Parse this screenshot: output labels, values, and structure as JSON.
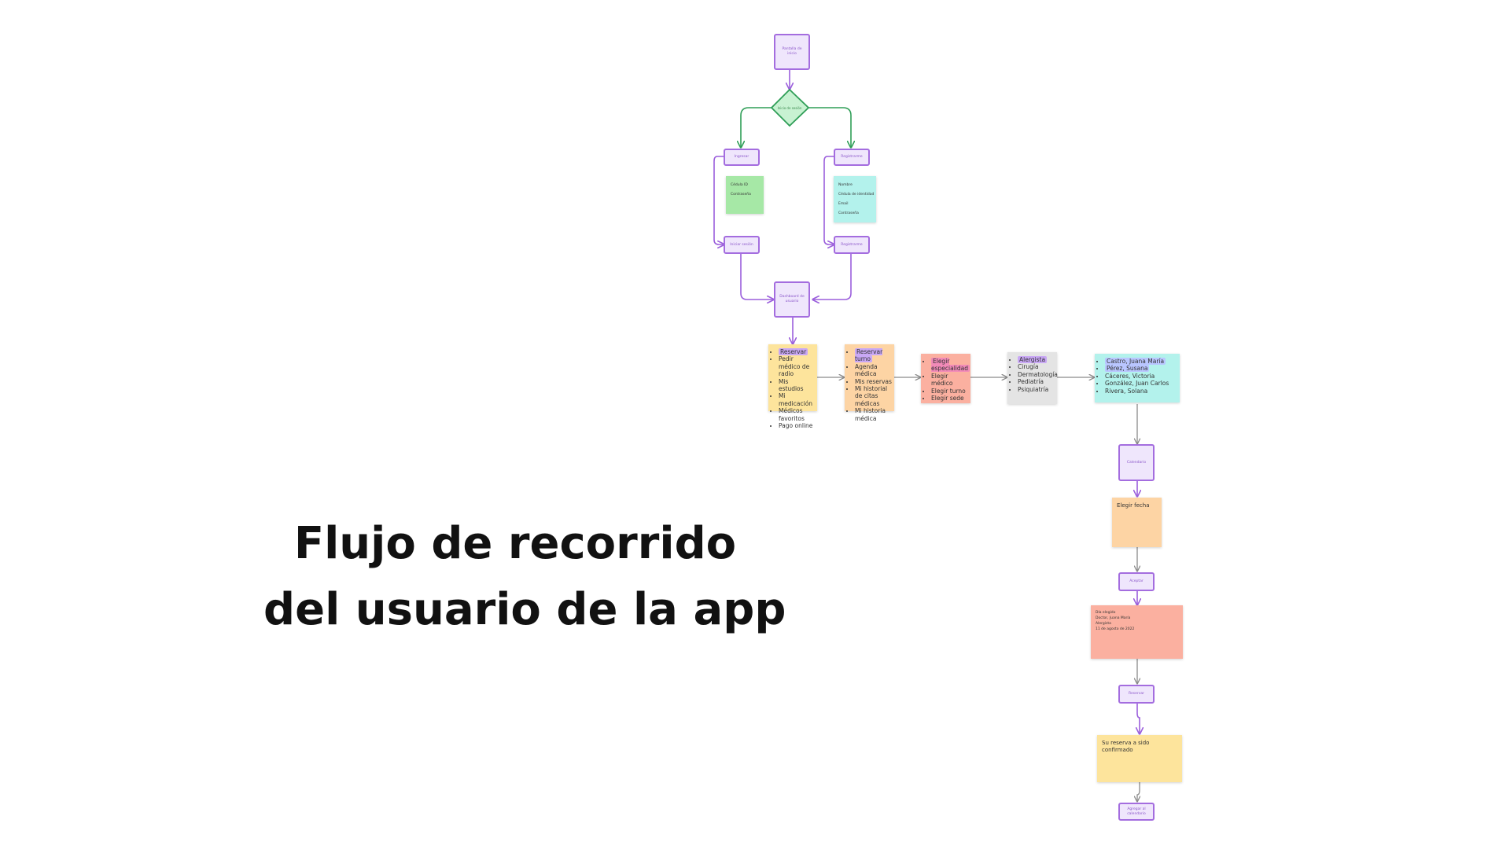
{
  "title": {
    "line1": "Flujo de recorrido",
    "line2": "del usuario de la app"
  },
  "nodes": {
    "inicio": "Pantalla de inicio",
    "decision": "Inicio de sesión",
    "ingresar": "Ingresar",
    "registrarme_top": "Registrarme",
    "iniciar_sesion": "Iniciar sesión",
    "registrarme_bottom": "Registrarme",
    "dashboard": "Dashboard de usuario",
    "calendario": "Calendario",
    "aceptar": "Aceptar",
    "reservar": "Reservar",
    "agregar_calendario": "Agregar al calendario"
  },
  "notes": {
    "login_fields": [
      "Cédula ID",
      "Contraseña"
    ],
    "register_fields": [
      "Nombre",
      "Cédula de identidad",
      "Email",
      "Contraseña"
    ],
    "menu": [
      "Reservar",
      "Pedir médico de radio",
      "Mis estudios",
      "Mi medicación",
      "Médicos favoritos",
      "Pago online"
    ],
    "reservas": [
      "Reservar turno",
      "Agenda médica",
      "Mis reservas",
      "Mi historial de citas médicas",
      "Mi historia médica"
    ],
    "especialidad": [
      "Elegir especialidad",
      "Elegir médico",
      "Elegir turno",
      "Elegir sede"
    ],
    "especialidades": [
      "Alergista",
      "Cirugía",
      "Dermatología",
      "Pediatría",
      "Psiquiatría"
    ],
    "medicos": [
      "Castro, Juana María",
      "Pérez, Susana",
      "Cáceres, Victoria",
      "González, Juan Carlos",
      "Rivera, Solana"
    ],
    "fecha": "Elegir fecha",
    "resumen": [
      "Día elegido",
      "Doctor, Juana María",
      "Alergista",
      "11 de agosto de 2022"
    ],
    "confirmacion": "Su reserva a sido confirmado"
  },
  "colors": {
    "node_fill": "#efe6fc",
    "node_border": "#a46ddf",
    "decision_border": "#2f9e57",
    "arrow_purple": "#9b5fdc",
    "arrow_grey": "#8a8a8a",
    "note_yellow": "#fde49c",
    "note_orange": "#fdd4a4",
    "note_salmon": "#fbb0a0",
    "note_green": "#a6e8a6",
    "note_cyan": "#b3f2ec",
    "note_grey": "#e4e4e4",
    "highlight_purple": "#c9a8f5",
    "highlight_pink": "#f28ab8",
    "highlight_blue": "#b9c6ff"
  },
  "icons": {
    "connector": "arrow-connector",
    "decision": "diamond-shape"
  }
}
